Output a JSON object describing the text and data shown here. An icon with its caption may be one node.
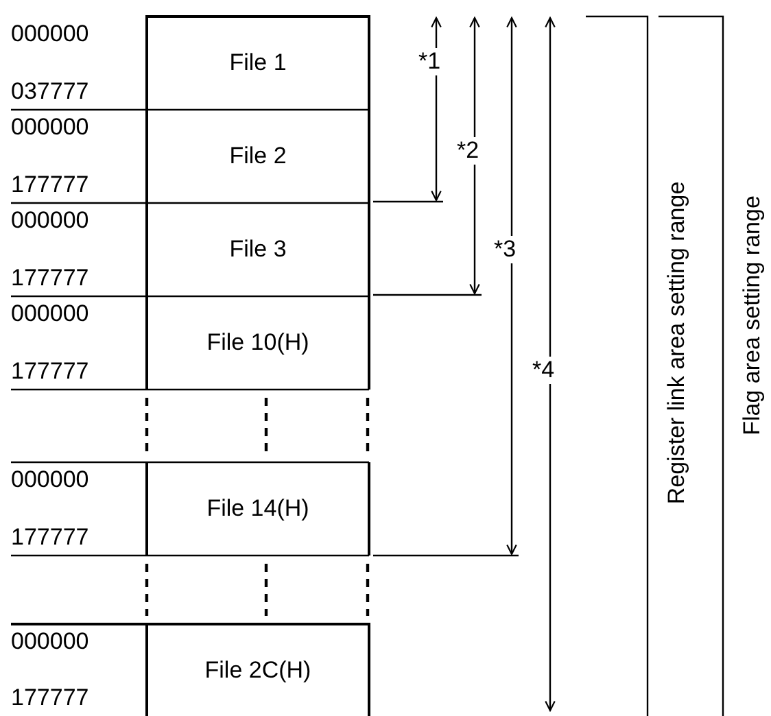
{
  "diagram": {
    "nodes": [
      {
        "text": [
          "File 1"
        ]
      },
      {
        "text": [
          "File 2"
        ]
      },
      {
        "text": [
          "File 3"
        ]
      },
      {
        "text": [
          "File 10(H)"
        ]
      },
      {
        "text": [
          "File 14(H)"
        ]
      },
      {
        "text": [
          "File 2C(H)"
        ]
      }
    ],
    "labels": [
      "000000",
      "037777",
      "000000",
      "177777",
      "000000",
      "177777",
      "000000",
      "177777",
      "000000",
      "177777",
      "000000",
      "177777",
      "*1",
      "*2",
      "*3",
      "*4",
      "Register link area setting range",
      "Flag area setting range"
    ]
  }
}
